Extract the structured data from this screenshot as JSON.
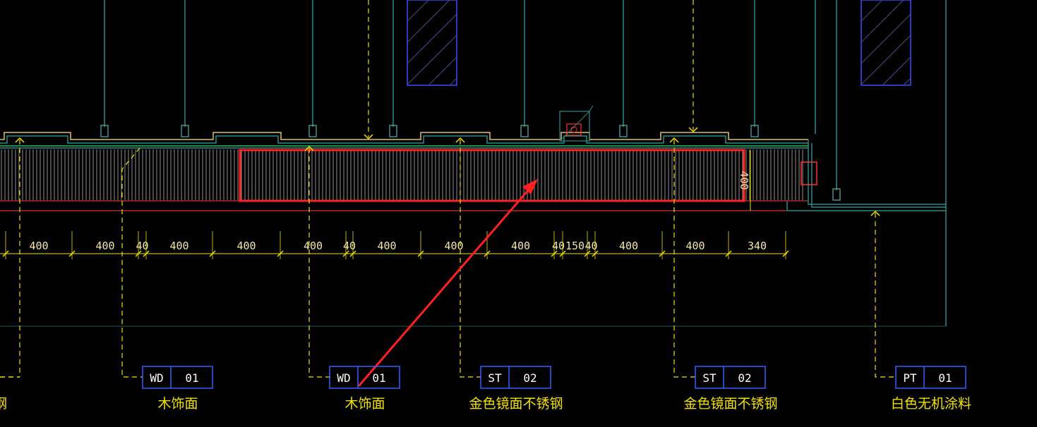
{
  "dimensions": [
    "400",
    "400",
    "40",
    "400",
    "400",
    "400",
    "40",
    "400",
    "400",
    "400",
    "40",
    "150",
    "40",
    "400",
    "400",
    "340"
  ],
  "height_dimension": "400",
  "material_tags": [
    {
      "code": "WD",
      "number": "01",
      "label": "木饰面"
    },
    {
      "code": "WD",
      "number": "01",
      "label": "木饰面"
    },
    {
      "code": "ST",
      "number": "02",
      "label": "金色镜面不锈钢"
    },
    {
      "code": "ST",
      "number": "02",
      "label": "金色镜面不锈钢"
    },
    {
      "code": "PT",
      "number": "01",
      "label": "白色无机涂料"
    }
  ],
  "partial_left_label": "钢",
  "colors": {
    "background": "#000000",
    "structure": "#2a8a8a",
    "dimension": "#f2e200",
    "highlight": "#ff2020",
    "tag_border": "#3060ff",
    "hatch": "#3a4aff"
  }
}
